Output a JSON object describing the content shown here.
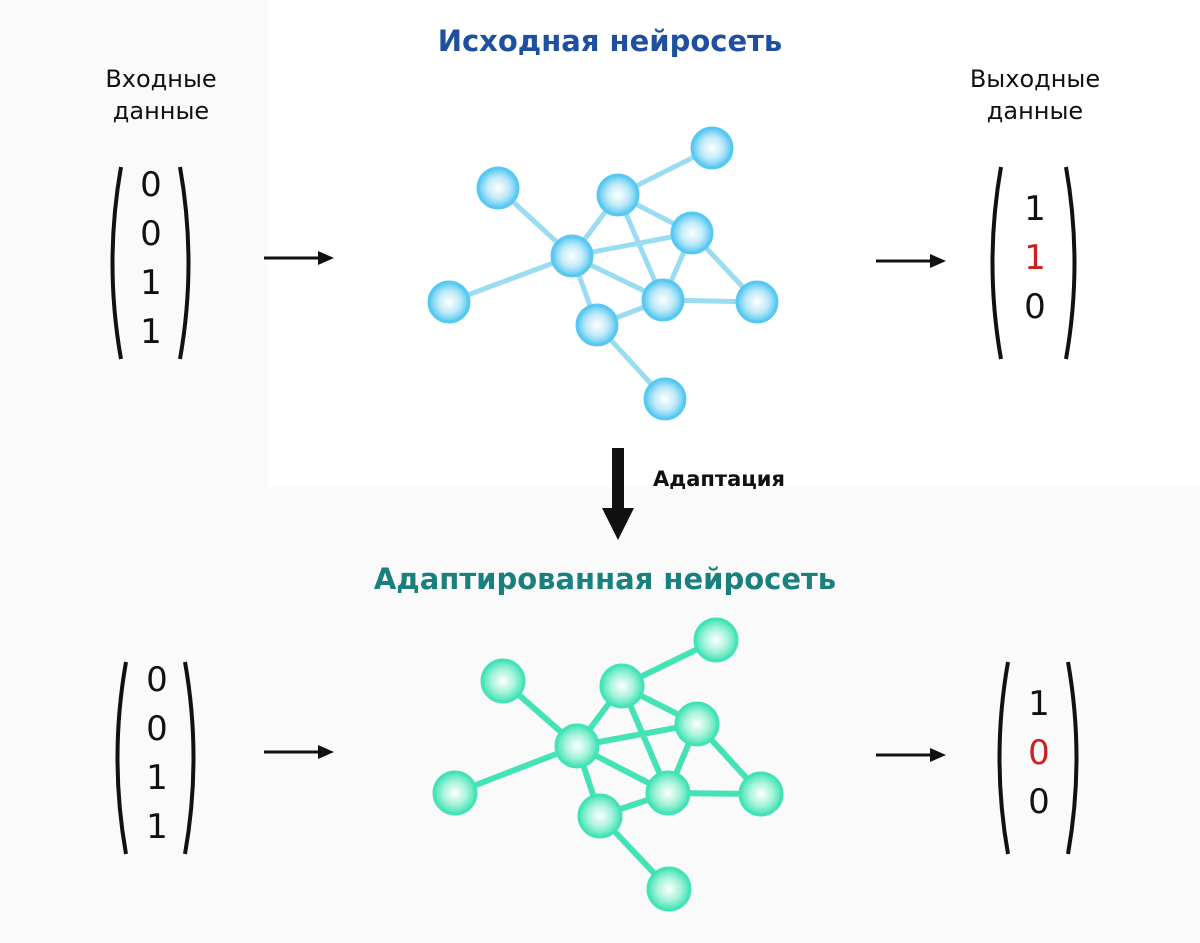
{
  "top": {
    "title": "Исходная нейросеть",
    "title_color": "#1f4fa0",
    "input_label": [
      "Входные",
      "данные"
    ],
    "output_label": [
      "Выходные",
      "данные"
    ],
    "input_vector": [
      "0",
      "0",
      "1",
      "1"
    ],
    "output_vector": [
      "1",
      "1",
      "0"
    ],
    "highlighted_output_index": 1,
    "node_color": "#56c8f2",
    "edge_color": "#9adcf2"
  },
  "transition": {
    "label": "Адаптация"
  },
  "bottom": {
    "title": "Адаптированная нейросеть",
    "title_color": "#19807e",
    "input_vector": [
      "0",
      "0",
      "1",
      "1"
    ],
    "output_vector": [
      "1",
      "0",
      "0"
    ],
    "highlighted_output_index": 1,
    "node_color": "#44e3b7",
    "edge_color": "#44e3b7"
  },
  "highlight_color": "#cc1f1f"
}
